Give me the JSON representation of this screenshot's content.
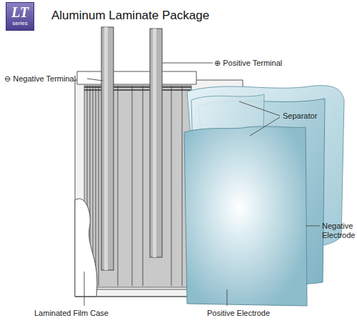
{
  "diagram": {
    "title": "Aluminum Laminate Package",
    "nodes": [
      {
        "text": [
          "LT",
          "series"
        ]
      }
    ],
    "labels": [
      "⊕ Positive Terminal",
      "⊖ Negative Terminal",
      "Separator",
      "Negative Electrode",
      "Laminated Film Case",
      "Positive Electrode"
    ]
  }
}
